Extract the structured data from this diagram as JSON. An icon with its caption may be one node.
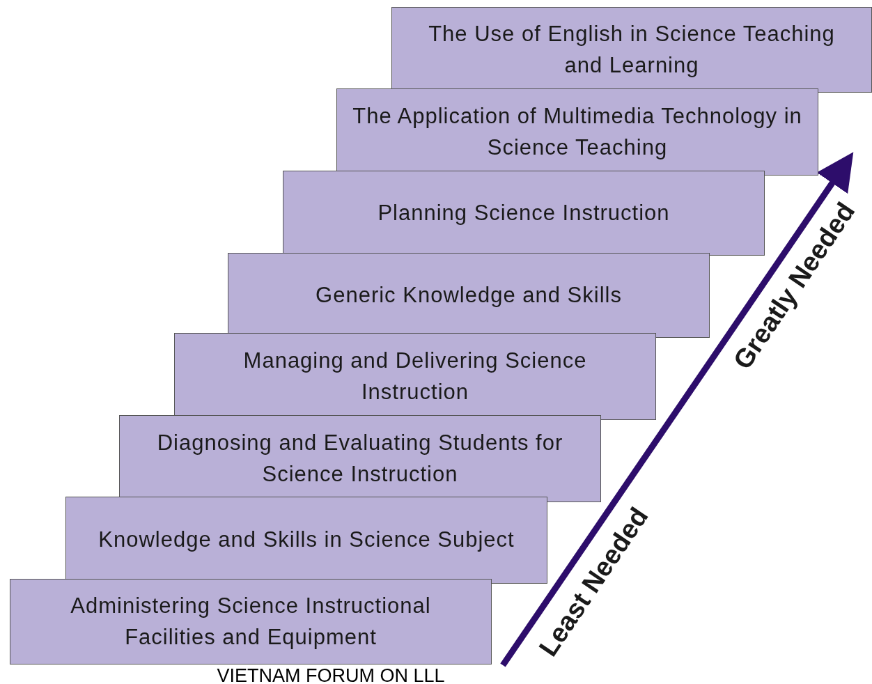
{
  "diagram": {
    "nodes": [
      {
        "text": [
          "The Use of English in Science Teaching and Learning"
        ]
      },
      {
        "text": [
          "The Application of Multimedia Technology in Science Teaching"
        ]
      },
      {
        "text": [
          "Planning Science Instruction"
        ]
      },
      {
        "text": [
          "Generic Knowledge and Skills"
        ]
      },
      {
        "text": [
          "Managing and Delivering Science Instruction"
        ]
      },
      {
        "text": [
          "Diagnosing and Evaluating Students for Science Instruction"
        ]
      },
      {
        "text": [
          "Knowledge and Skills in Science Subject"
        ]
      },
      {
        "text": [
          "Administering Science Instructional Facilities and Equipment"
        ]
      }
    ],
    "labels": [
      "Greatly Needed",
      "Least Needed",
      "VIETNAM FORUM ON LLL"
    ]
  }
}
